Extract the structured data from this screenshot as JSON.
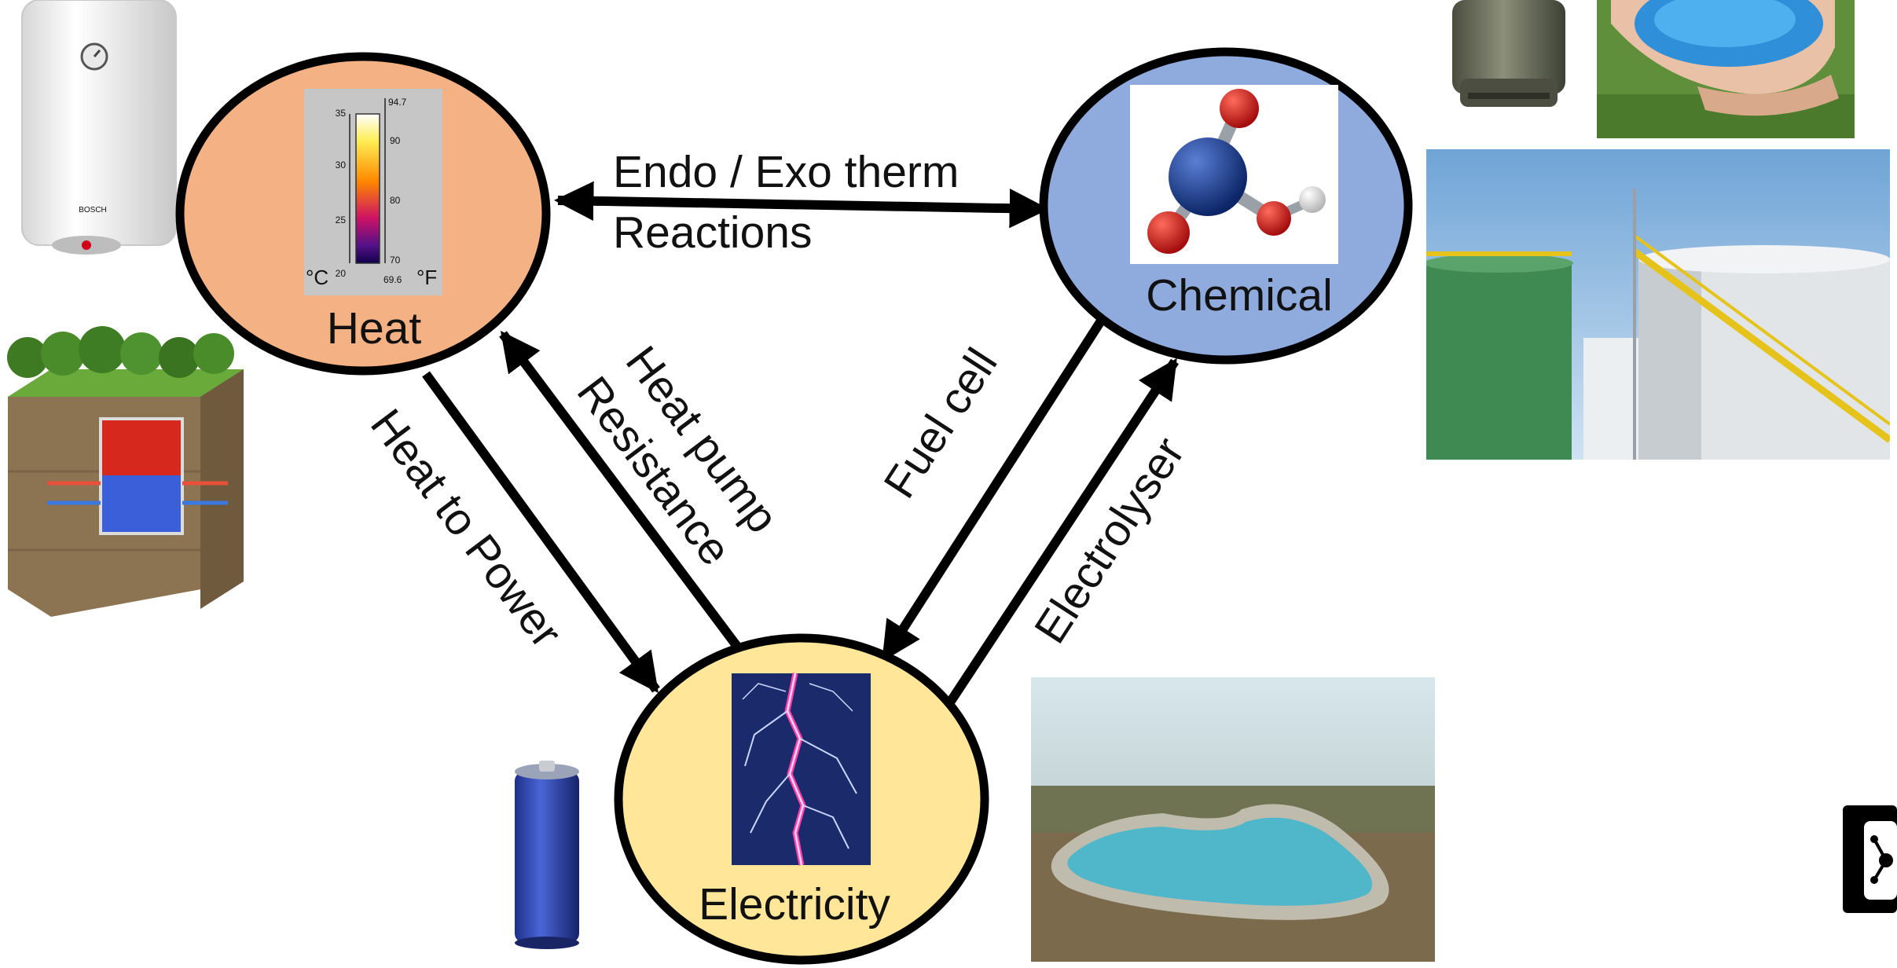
{
  "nodes": {
    "heat": {
      "label": "Heat",
      "fill": "#F4B183"
    },
    "chemical": {
      "label": "Chemical",
      "fill": "#8FAADC"
    },
    "electricity": {
      "label": "Electricity",
      "fill": "#FFE699"
    }
  },
  "thermometer": {
    "celsius_unit": "°C",
    "fahrenheit_unit": "°F",
    "celsius_ticks": [
      "35",
      "30",
      "25",
      "20"
    ],
    "fahrenheit_ticks": [
      "94.7",
      "90",
      "80",
      "70",
      "69.6"
    ]
  },
  "edges": {
    "endo_exo_line1": "Endo / Exo therm",
    "endo_exo_line2": "Reactions",
    "heat_to_power": "Heat to Power",
    "heat_pump": "Heat pump",
    "resistance": "Resistance",
    "fuel_cell": "Fuel cell",
    "electrolyser": "Electrolyser"
  },
  "icons": {
    "boiler": "water-heater-icon",
    "underground": "underground-thermal-storage-icon",
    "gas_cylinder": "gas-cylinder-icon",
    "fertilizer": "fertilizer-hands-icon",
    "tanks": "storage-tanks-icon",
    "battery": "battery-icon",
    "reservoir": "pumped-hydro-reservoir-icon",
    "lightning": "lightning-icon",
    "molecule": "molecule-icon",
    "side_widget": "diagram-tool-icon"
  },
  "colors": {
    "arrow": "#000000",
    "boiler_brand": "#d0021b",
    "water": "#4fb7c9"
  }
}
